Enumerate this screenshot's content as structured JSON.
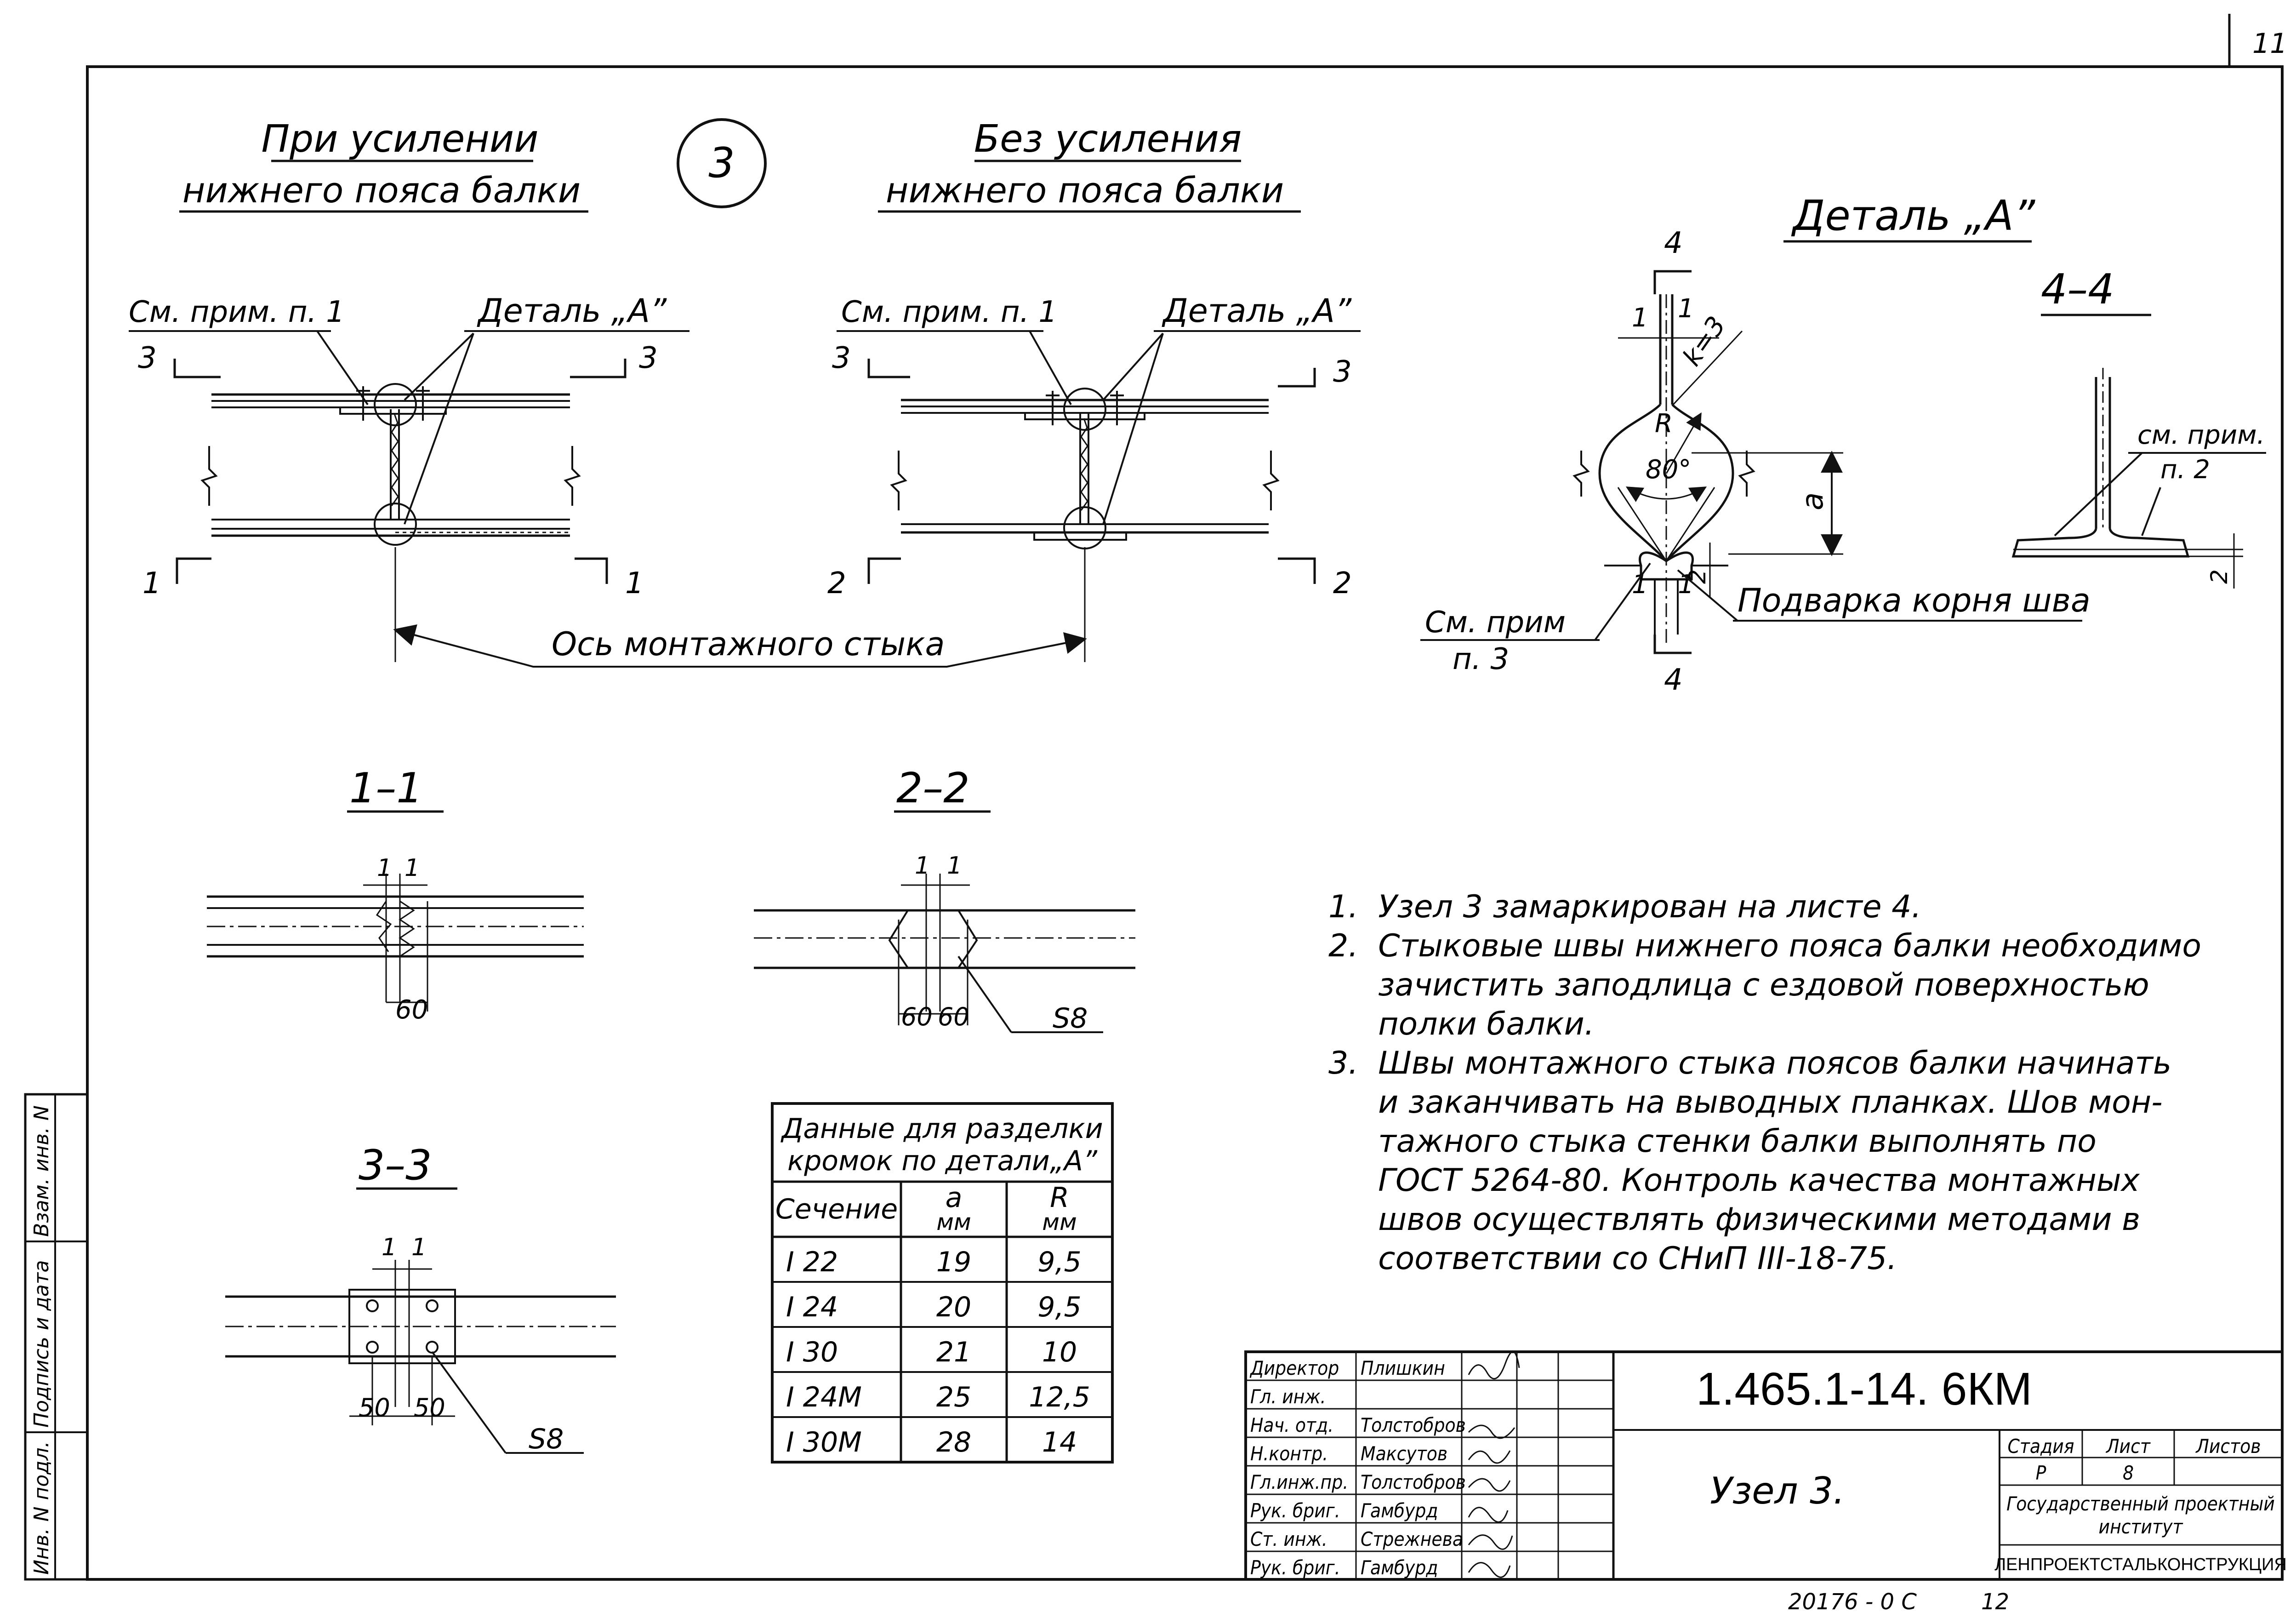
{
  "sheet_number": "11",
  "header": {
    "left_line1": "При усилении",
    "left_line2": "нижнего пояса балки",
    "node_number": "3",
    "right_line1": "Без усиления",
    "right_line2": "нижнего пояса балки"
  },
  "left_view": {
    "see_note": "См. прим. п. 1",
    "detail": "Деталь „А”",
    "section_top": "3",
    "section_bottom": "1"
  },
  "right_view": {
    "see_note": "См. прим. п. 1",
    "detail": "Деталь „А”",
    "section_top": "3",
    "section_bottom": "2"
  },
  "axis_label": "Ось монтажного стыка",
  "detail_a": {
    "title": "Деталь „А”",
    "section_mark": "4",
    "gap": "1",
    "k": "k=3",
    "radius": "R",
    "angle": "80°",
    "dim_a": "a",
    "dim_2": "2",
    "see_note_line1": "См. прим",
    "see_note_line2": "п. 3",
    "root_weld": "Подварка корня шва"
  },
  "section_44": {
    "title": "4–4",
    "note_line1": "см. прим.",
    "note_line2": "п. 2",
    "dim_2": "2"
  },
  "section_11": {
    "title": "1–1",
    "gap": "1",
    "dim": "60"
  },
  "section_22": {
    "title": "2–2",
    "gap": "1",
    "dim_left": "60",
    "dim_right": "60",
    "thickness": "S8"
  },
  "section_33": {
    "title": "3–3",
    "gap": "1",
    "dim_left": "50",
    "dim_right": "50",
    "thickness": "S8"
  },
  "table": {
    "title_line1": "Данные для разделки",
    "title_line2": "кромок по детали„А”",
    "col_section": "Сечение",
    "col_a": "a",
    "col_a_unit": "мм",
    "col_r": "R",
    "col_r_unit": "мм",
    "rows": [
      {
        "section": "I 22",
        "a": "19",
        "r": "9,5"
      },
      {
        "section": "I 24",
        "a": "20",
        "r": "9,5"
      },
      {
        "section": "I 30",
        "a": "21",
        "r": "10"
      },
      {
        "section": "I 24M",
        "a": "25",
        "r": "12,5"
      },
      {
        "section": "I 30M",
        "a": "28",
        "r": "14"
      }
    ]
  },
  "notes": [
    "1.  Узел 3 замаркирован на листе 4.",
    "2.  Стыковые швы нижнего пояса балки необходимо",
    "     зачистить заподлица с ездовой поверхностью",
    "     полки балки.",
    "3.  Швы монтажного стыка поясов балки начинать",
    "     и заканчивать на выводных планках. Шов мон-",
    "     тажного стыка стенки балки выполнять по",
    "     ГОСТ 5264-80. Контроль качества монтажных",
    "     швов осуществлять физическими методами в",
    "     соответствии со СНиП III-18-75."
  ],
  "side_stamp": [
    "Инв. N подл.",
    "Подпись и дата",
    "Взам. инв. N"
  ],
  "title_block": {
    "roles": [
      {
        "role": "Директор",
        "name": "Плишкин"
      },
      {
        "role": "Гл. инж.",
        "name": ""
      },
      {
        "role": "Нач. отд.",
        "name": "Толстобров"
      },
      {
        "role": "Н.контр.",
        "name": "Максутов"
      },
      {
        "role": "Гл.инж.пр.",
        "name": "Толстобров"
      },
      {
        "role": "Рук. бриг.",
        "name": "Гамбурд"
      },
      {
        "role": "Ст. инж.",
        "name": "Стрежнева"
      },
      {
        "role": "Рук. бриг.",
        "name": "Гамбурд"
      }
    ],
    "code": "1.465.1-14. 6КМ",
    "title": "Узел 3.",
    "stage_label": "Стадия",
    "sheet_label": "Лист",
    "sheets_label": "Листов",
    "stage": "Р",
    "sheet": "8",
    "org_line1": "Государственный проектный",
    "org_line2": "институт",
    "org_line3": "ЛЕНПРОЕКТСТАЛЬКОНСТРУКЦИЯ"
  },
  "footer": {
    "archive": "20176 - 0 С",
    "page": "12"
  }
}
